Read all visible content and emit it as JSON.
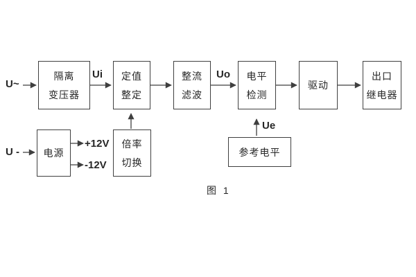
{
  "diagram": {
    "caption": "图 1",
    "colors": {
      "line": "#3f3f3f",
      "text": "#262626",
      "background": "#ffffff"
    },
    "boxes": {
      "isolation_transformer": {
        "line1": "隔离",
        "line2": "变压器"
      },
      "value_setting": {
        "line1": "定值",
        "line2": "整定"
      },
      "rectifier_filter": {
        "line1": "整流",
        "line2": "滤波"
      },
      "level_detection": {
        "line1": "电平",
        "line2": "检测"
      },
      "drive": {
        "line1": "驱动"
      },
      "output_relay": {
        "line1": "出口",
        "line2": "继电器"
      },
      "power_supply": {
        "line1": "电源"
      },
      "ratio_switch": {
        "line1": "倍率",
        "line2": "切换"
      },
      "reference_level": {
        "line1": "参考电平"
      }
    },
    "signals": {
      "input_ac": "U~",
      "input_dc": "U -",
      "ui": "Ui",
      "uo": "Uo",
      "ue": "Ue",
      "plus_12v": "+12V",
      "minus_12v": "-12V"
    }
  }
}
